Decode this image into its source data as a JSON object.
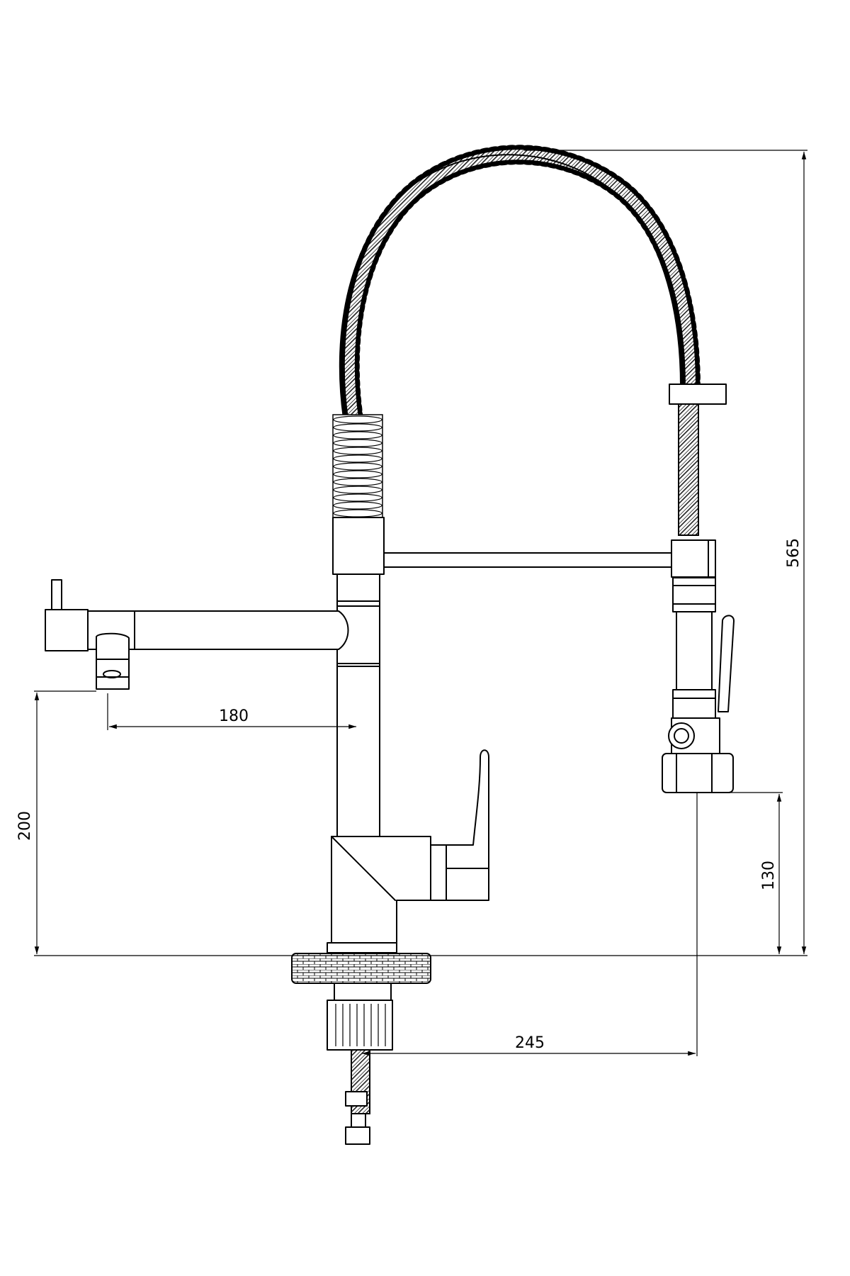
{
  "dimensions": {
    "pot_filler_reach": "180",
    "pot_filler_height": "200",
    "spout_reach": "245",
    "spray_head_height": "130",
    "total_height": "565"
  },
  "colors": {
    "line": "#000000",
    "background": "#ffffff"
  }
}
